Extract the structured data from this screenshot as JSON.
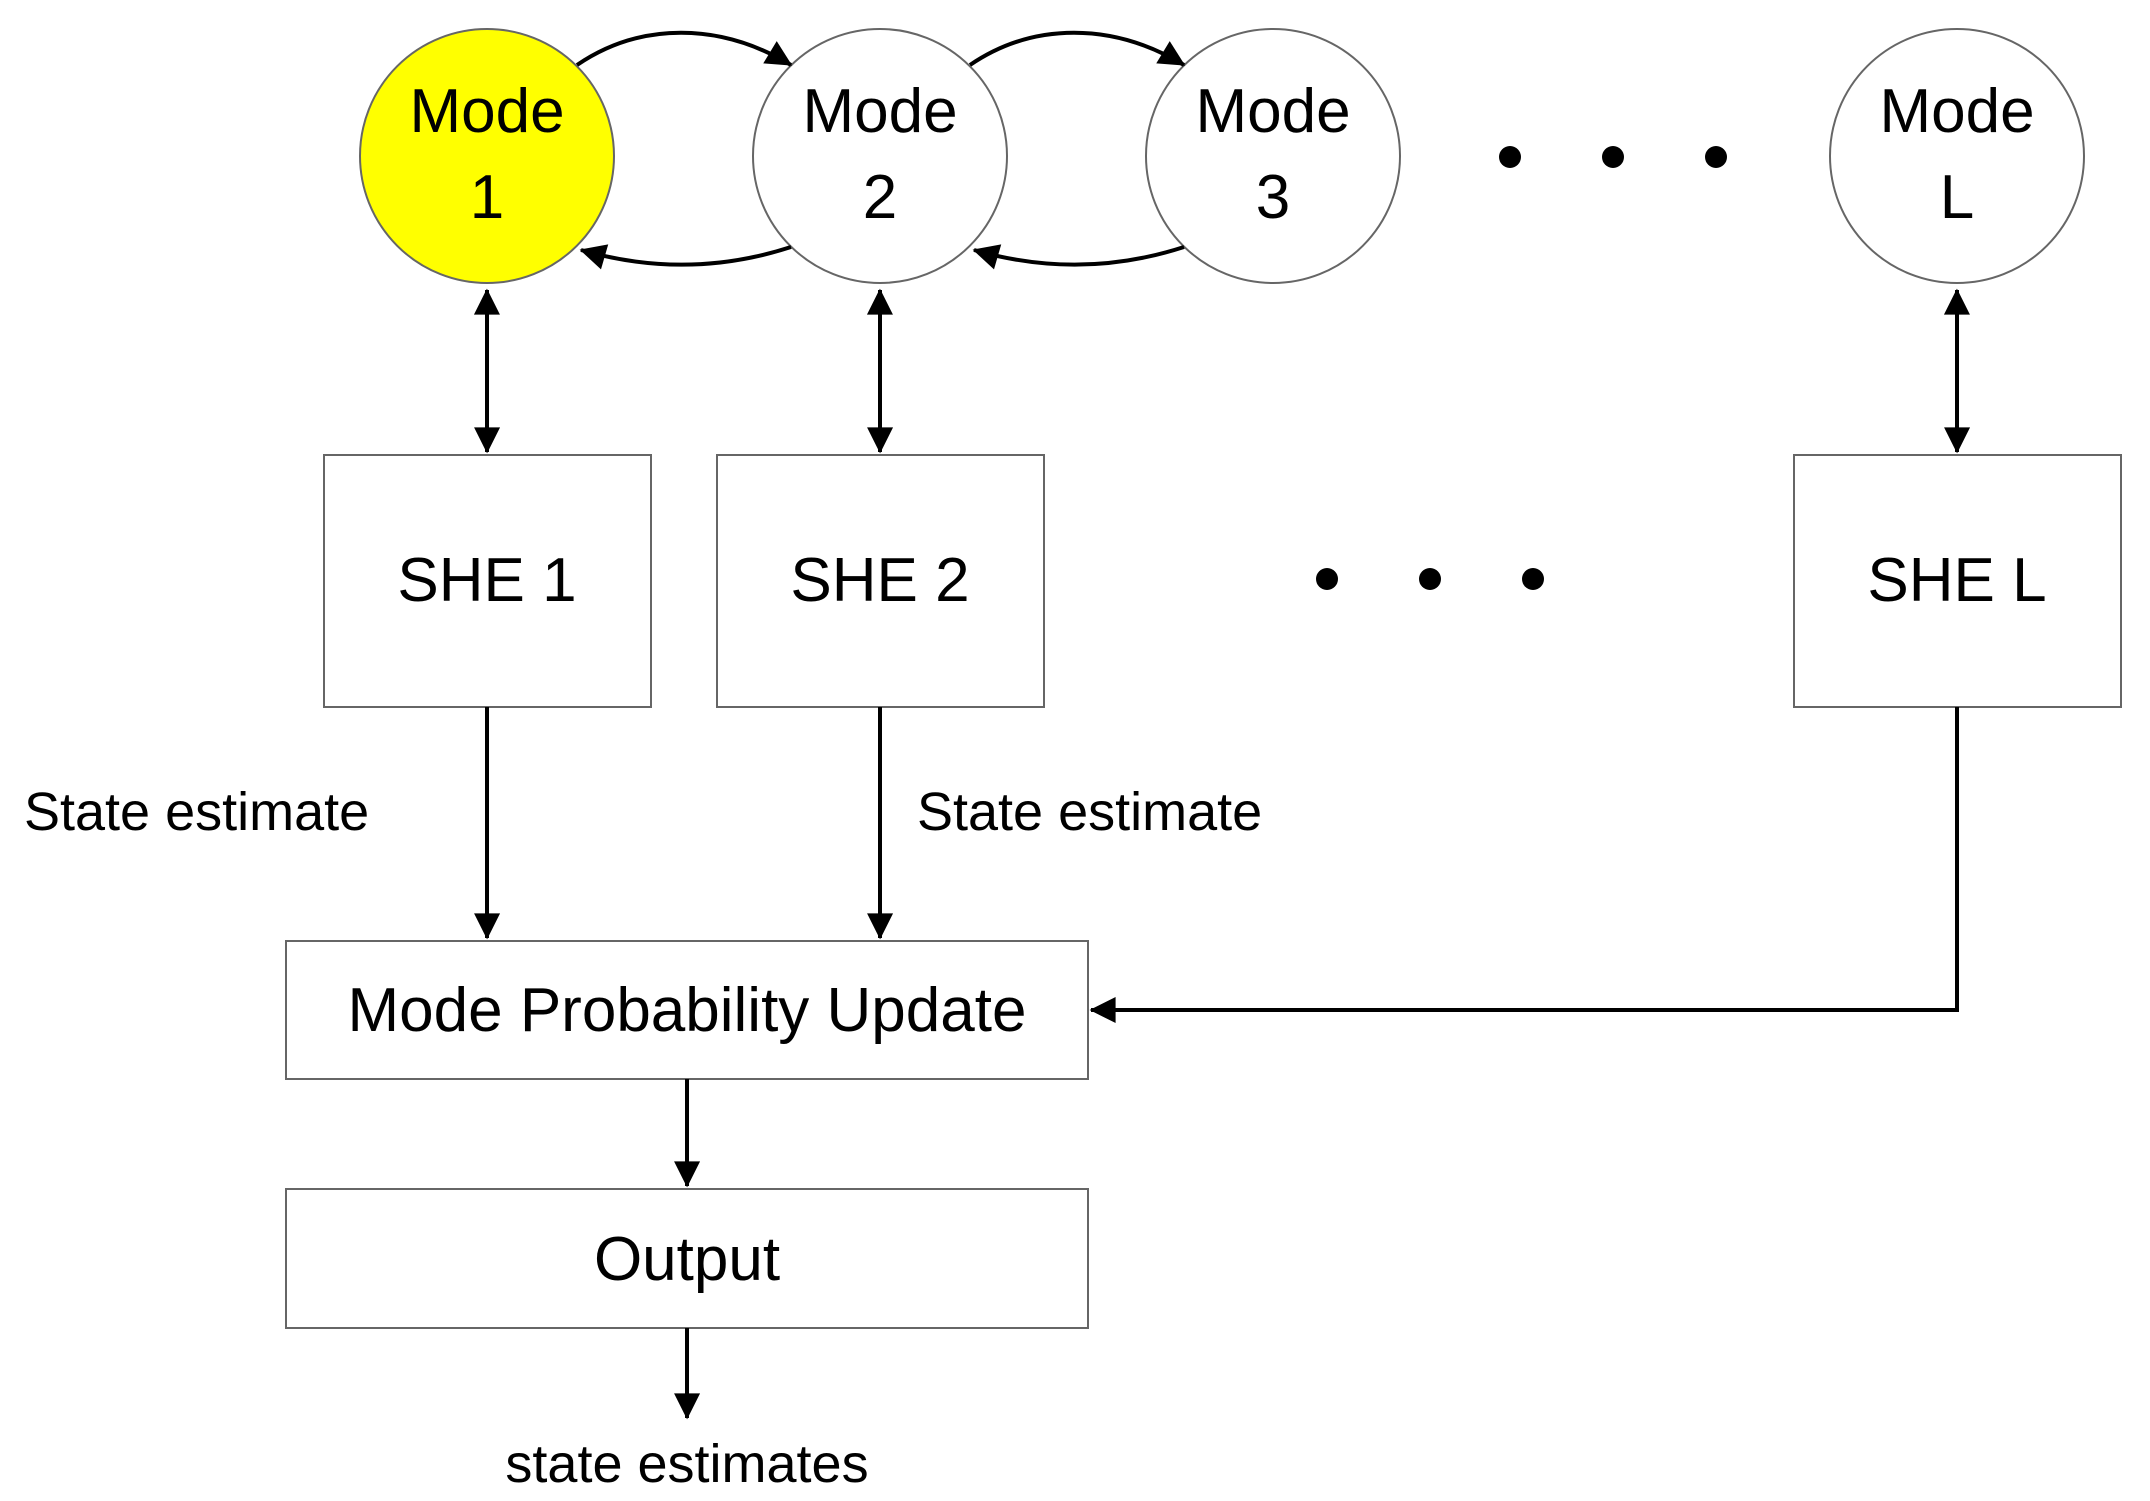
{
  "colors": {
    "highlight_fill": "#ffff00",
    "stroke": "#000000",
    "node_outline": "#666666",
    "background": "#ffffff"
  },
  "modes": [
    {
      "line1": "Mode",
      "line2": "1",
      "highlighted": true
    },
    {
      "line1": "Mode",
      "line2": "2",
      "highlighted": false
    },
    {
      "line1": "Mode",
      "line2": "3",
      "highlighted": false
    },
    {
      "line1": "Mode",
      "line2": "L",
      "highlighted": false
    }
  ],
  "estimators": [
    {
      "label": "SHE 1"
    },
    {
      "label": "SHE 2"
    },
    {
      "label": "SHE L"
    }
  ],
  "edge_labels": {
    "left": "State estimate",
    "middle": "State estimate"
  },
  "update_box": {
    "label": "Mode Probability Update"
  },
  "output_box": {
    "label": "Output"
  },
  "final_label": "state estimates"
}
